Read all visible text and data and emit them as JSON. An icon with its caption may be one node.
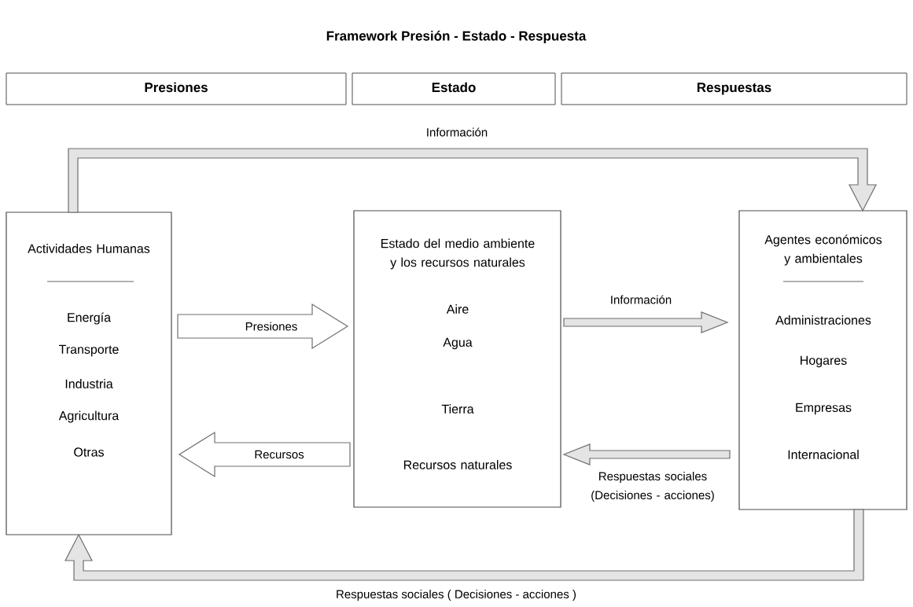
{
  "diagram": {
    "title": "Framework Presión - Estado - Respuesta",
    "nodes": [
      {
        "text": [
          "Presiones"
        ]
      },
      {
        "text": [
          "Estado"
        ]
      },
      {
        "text": [
          "Respuestas"
        ]
      },
      {
        "text": [
          "Actividades Humanas",
          "Energía",
          "Transporte",
          "Industria",
          "Agricultura",
          "Otras"
        ]
      },
      {
        "text": [
          "Estado del medio ambiente y los recursos naturales",
          "Aire",
          "Agua",
          "Tierra",
          "Recursos naturales"
        ]
      },
      {
        "text": [
          "Agentes económicos y ambientales",
          "Administraciones",
          "Hogares",
          "Empresas",
          "Internacional"
        ]
      }
    ],
    "edges": [
      {
        "from": 3,
        "to": 4,
        "arrow": "to",
        "label": "Presiones"
      },
      {
        "from": 4,
        "to": 3,
        "arrow": "to",
        "label": "Recursos"
      },
      {
        "from": 4,
        "to": 5,
        "arrow": "to",
        "label": "Información"
      },
      {
        "from": 5,
        "to": 4,
        "arrow": "to",
        "label": "Respuestas sociales (Decisiones - acciones)"
      },
      {
        "from": 3,
        "to": 5,
        "arrow": "to",
        "label": "Información"
      },
      {
        "from": 5,
        "to": 3,
        "arrow": "to",
        "label": "Respuestas sociales ( Decisiones - acciones )"
      }
    ]
  }
}
